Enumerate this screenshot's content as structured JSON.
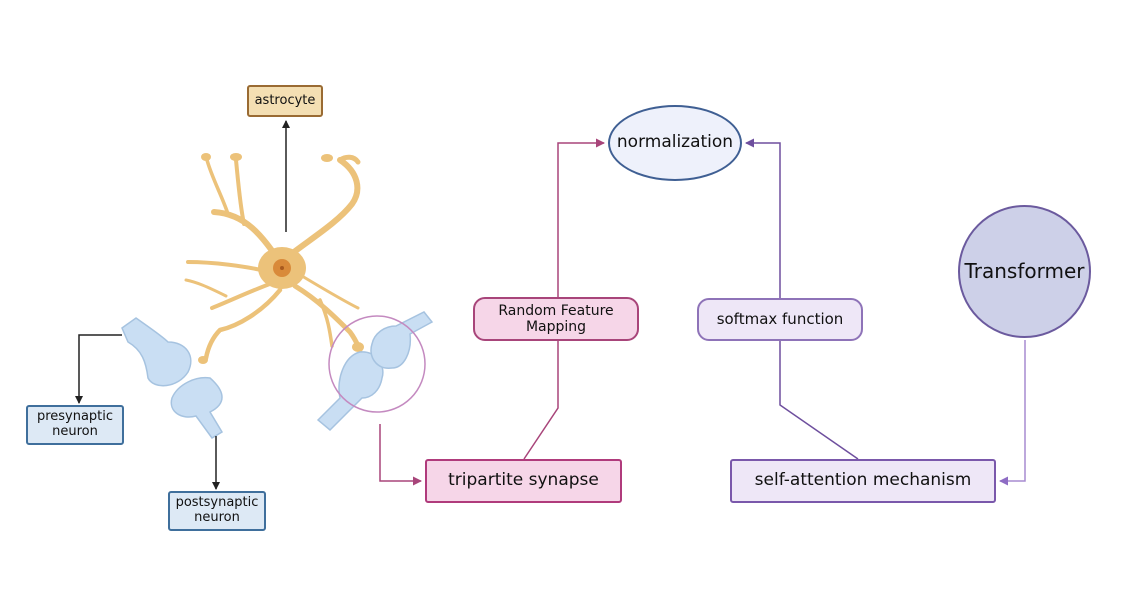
{
  "biology": {
    "astrocyte": "astrocyte",
    "presynaptic": [
      "presynaptic",
      "neuron"
    ],
    "postsynaptic": [
      "postsynaptic",
      "neuron"
    ],
    "tripartite": "tripartite synapse",
    "random_feature": [
      "Random Feature",
      "Mapping"
    ]
  },
  "ml": {
    "normalization": "normalization",
    "softmax": "softmax function",
    "self_attention": "self-attention mechanism",
    "transformer": "Transformer"
  },
  "colors": {
    "astrocyte_body": "#ecc27a",
    "astrocyte_nucleus": "#d98a3a",
    "neuron_fill": "#c9def3",
    "neuron_stroke": "#a6c3e0",
    "pink_arrow": "#a8457a",
    "purple_arrow": "#6e4f9e",
    "transformer_arrow": "#a78bd0",
    "black_arrow": "#222222",
    "highlight_circle": "#c48ac0"
  }
}
